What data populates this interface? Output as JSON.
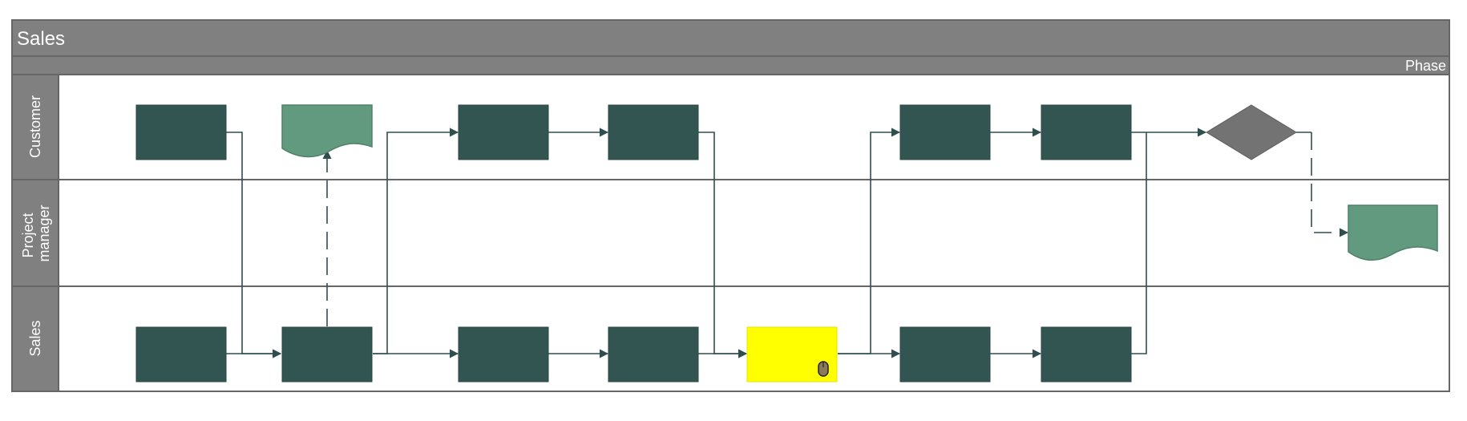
{
  "pool": {
    "title": "Sales",
    "phase_label": "Phase",
    "lanes": [
      {
        "label": "Customer"
      },
      {
        "label": "Project manager",
        "lines": [
          "Project",
          "manager"
        ]
      },
      {
        "label": "Sales"
      }
    ]
  },
  "colors": {
    "header": "#808080",
    "lane_header": "#808080",
    "border": "#666666",
    "process": "#325551",
    "document": "#629a80",
    "decision": "#737373",
    "highlight": "#ffff00",
    "connector": "#2f4f4f"
  },
  "shapes": [
    {
      "id": "c1",
      "kind": "process",
      "lane": "Customer"
    },
    {
      "id": "c2",
      "kind": "document",
      "lane": "Customer"
    },
    {
      "id": "c3",
      "kind": "process",
      "lane": "Customer"
    },
    {
      "id": "c4",
      "kind": "process",
      "lane": "Customer"
    },
    {
      "id": "c5",
      "kind": "process",
      "lane": "Customer"
    },
    {
      "id": "c6",
      "kind": "process",
      "lane": "Customer"
    },
    {
      "id": "d1",
      "kind": "decision",
      "lane": "Customer"
    },
    {
      "id": "p1",
      "kind": "document",
      "lane": "Project manager"
    },
    {
      "id": "s1",
      "kind": "process",
      "lane": "Sales"
    },
    {
      "id": "s2",
      "kind": "process",
      "lane": "Sales"
    },
    {
      "id": "s3",
      "kind": "process",
      "lane": "Sales"
    },
    {
      "id": "s4",
      "kind": "process",
      "lane": "Sales"
    },
    {
      "id": "s5",
      "kind": "process",
      "lane": "Sales",
      "highlighted": true
    },
    {
      "id": "s6",
      "kind": "process",
      "lane": "Sales"
    },
    {
      "id": "s7",
      "kind": "process",
      "lane": "Sales"
    }
  ],
  "connectors": [
    {
      "from": "c1",
      "to": "s2"
    },
    {
      "from": "s1",
      "to": "s2"
    },
    {
      "from": "s2",
      "to": "c2",
      "style": "dashed"
    },
    {
      "from": "s2",
      "to": "c3"
    },
    {
      "from": "s2",
      "to": "s3"
    },
    {
      "from": "c3",
      "to": "c4"
    },
    {
      "from": "s3",
      "to": "s4"
    },
    {
      "from": "c4",
      "to": "s5"
    },
    {
      "from": "s4",
      "to": "s5"
    },
    {
      "from": "s5",
      "to": "c5"
    },
    {
      "from": "s5",
      "to": "s6"
    },
    {
      "from": "c5",
      "to": "c6"
    },
    {
      "from": "s6",
      "to": "s7"
    },
    {
      "from": "c6",
      "to": "d1"
    },
    {
      "from": "s7",
      "to": "d1"
    },
    {
      "from": "d1",
      "to": "p1",
      "style": "dashed"
    }
  ],
  "cursor": {
    "icon": "mouse-cursor-icon"
  }
}
